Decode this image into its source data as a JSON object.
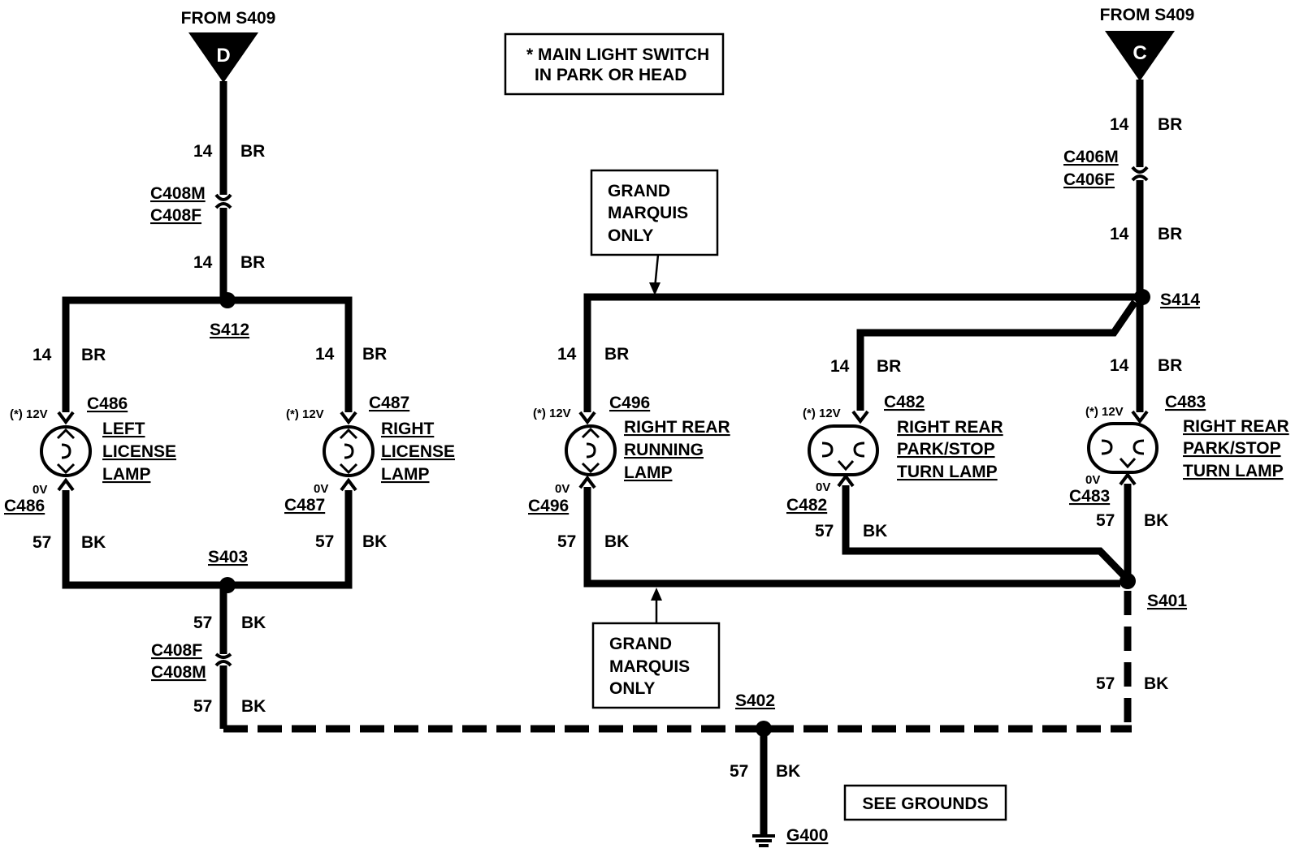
{
  "sources": {
    "left": {
      "from": "FROM S409",
      "letter": "D"
    },
    "right": {
      "from": "FROM S409",
      "letter": "C"
    }
  },
  "notes": {
    "main_switch": [
      "* MAIN LIGHT SWITCH",
      "IN PARK OR HEAD"
    ],
    "grand_marquis_top": [
      "GRAND",
      "MARQUIS",
      "ONLY"
    ],
    "grand_marquis_bottom": [
      "GRAND",
      "MARQUIS",
      "ONLY"
    ],
    "see_grounds": "SEE GROUNDS"
  },
  "wires": {
    "gauge_14": "14",
    "color_br": "BR",
    "gauge_57": "57",
    "color_bk": "BK"
  },
  "connectors": {
    "c408m": "C408M",
    "c408f": "C408F",
    "c406m": "C406M",
    "c406f": "C406F",
    "c486": "C486",
    "c487": "C487",
    "c496": "C496",
    "c482": "C482",
    "c483": "C483"
  },
  "splices": {
    "s412": "S412",
    "s403": "S403",
    "s414": "S414",
    "s401": "S401",
    "s402": "S402",
    "g400": "G400"
  },
  "voltages": {
    "on": "(*) 12V",
    "off": "0V"
  },
  "lamps": {
    "left_license": [
      "LEFT",
      "LICENSE",
      "LAMP"
    ],
    "right_license": [
      "RIGHT",
      "LICENSE",
      "LAMP"
    ],
    "right_rear_running": [
      "RIGHT REAR",
      "RUNNING",
      "LAMP"
    ],
    "right_rear_park_1": [
      "RIGHT REAR",
      "PARK/STOP",
      "TURN LAMP"
    ],
    "right_rear_park_2": [
      "RIGHT REAR",
      "PARK/STOP",
      "TURN LAMP"
    ]
  }
}
